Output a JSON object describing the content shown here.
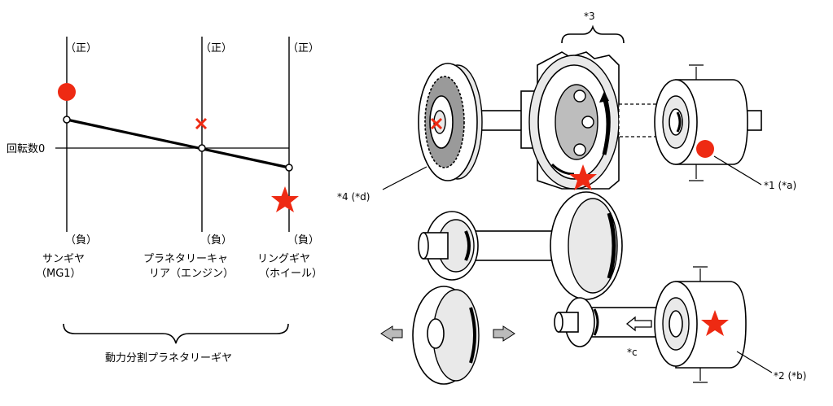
{
  "nomograph": {
    "positive_label": "（正）",
    "negative_label": "（負）",
    "zero_label": "回転数0",
    "sun_gear": {
      "line1": "サンギヤ",
      "line2": "（MG1）"
    },
    "carrier": {
      "line1": "プラネタリーキャ",
      "line2": "リア（エンジン）"
    },
    "ring_gear": {
      "line1": "リングギヤ",
      "line2": "（ホイール）"
    },
    "group_caption": "動力分割プラネタリーギヤ"
  },
  "callouts": {
    "c1": "*1 (*a)",
    "c2": "*2 (*b)",
    "c3": "*3",
    "c4": "*4 (*d)",
    "cc": "*c"
  },
  "colors": {
    "marker": "#ee2a13",
    "line": "#000000"
  }
}
